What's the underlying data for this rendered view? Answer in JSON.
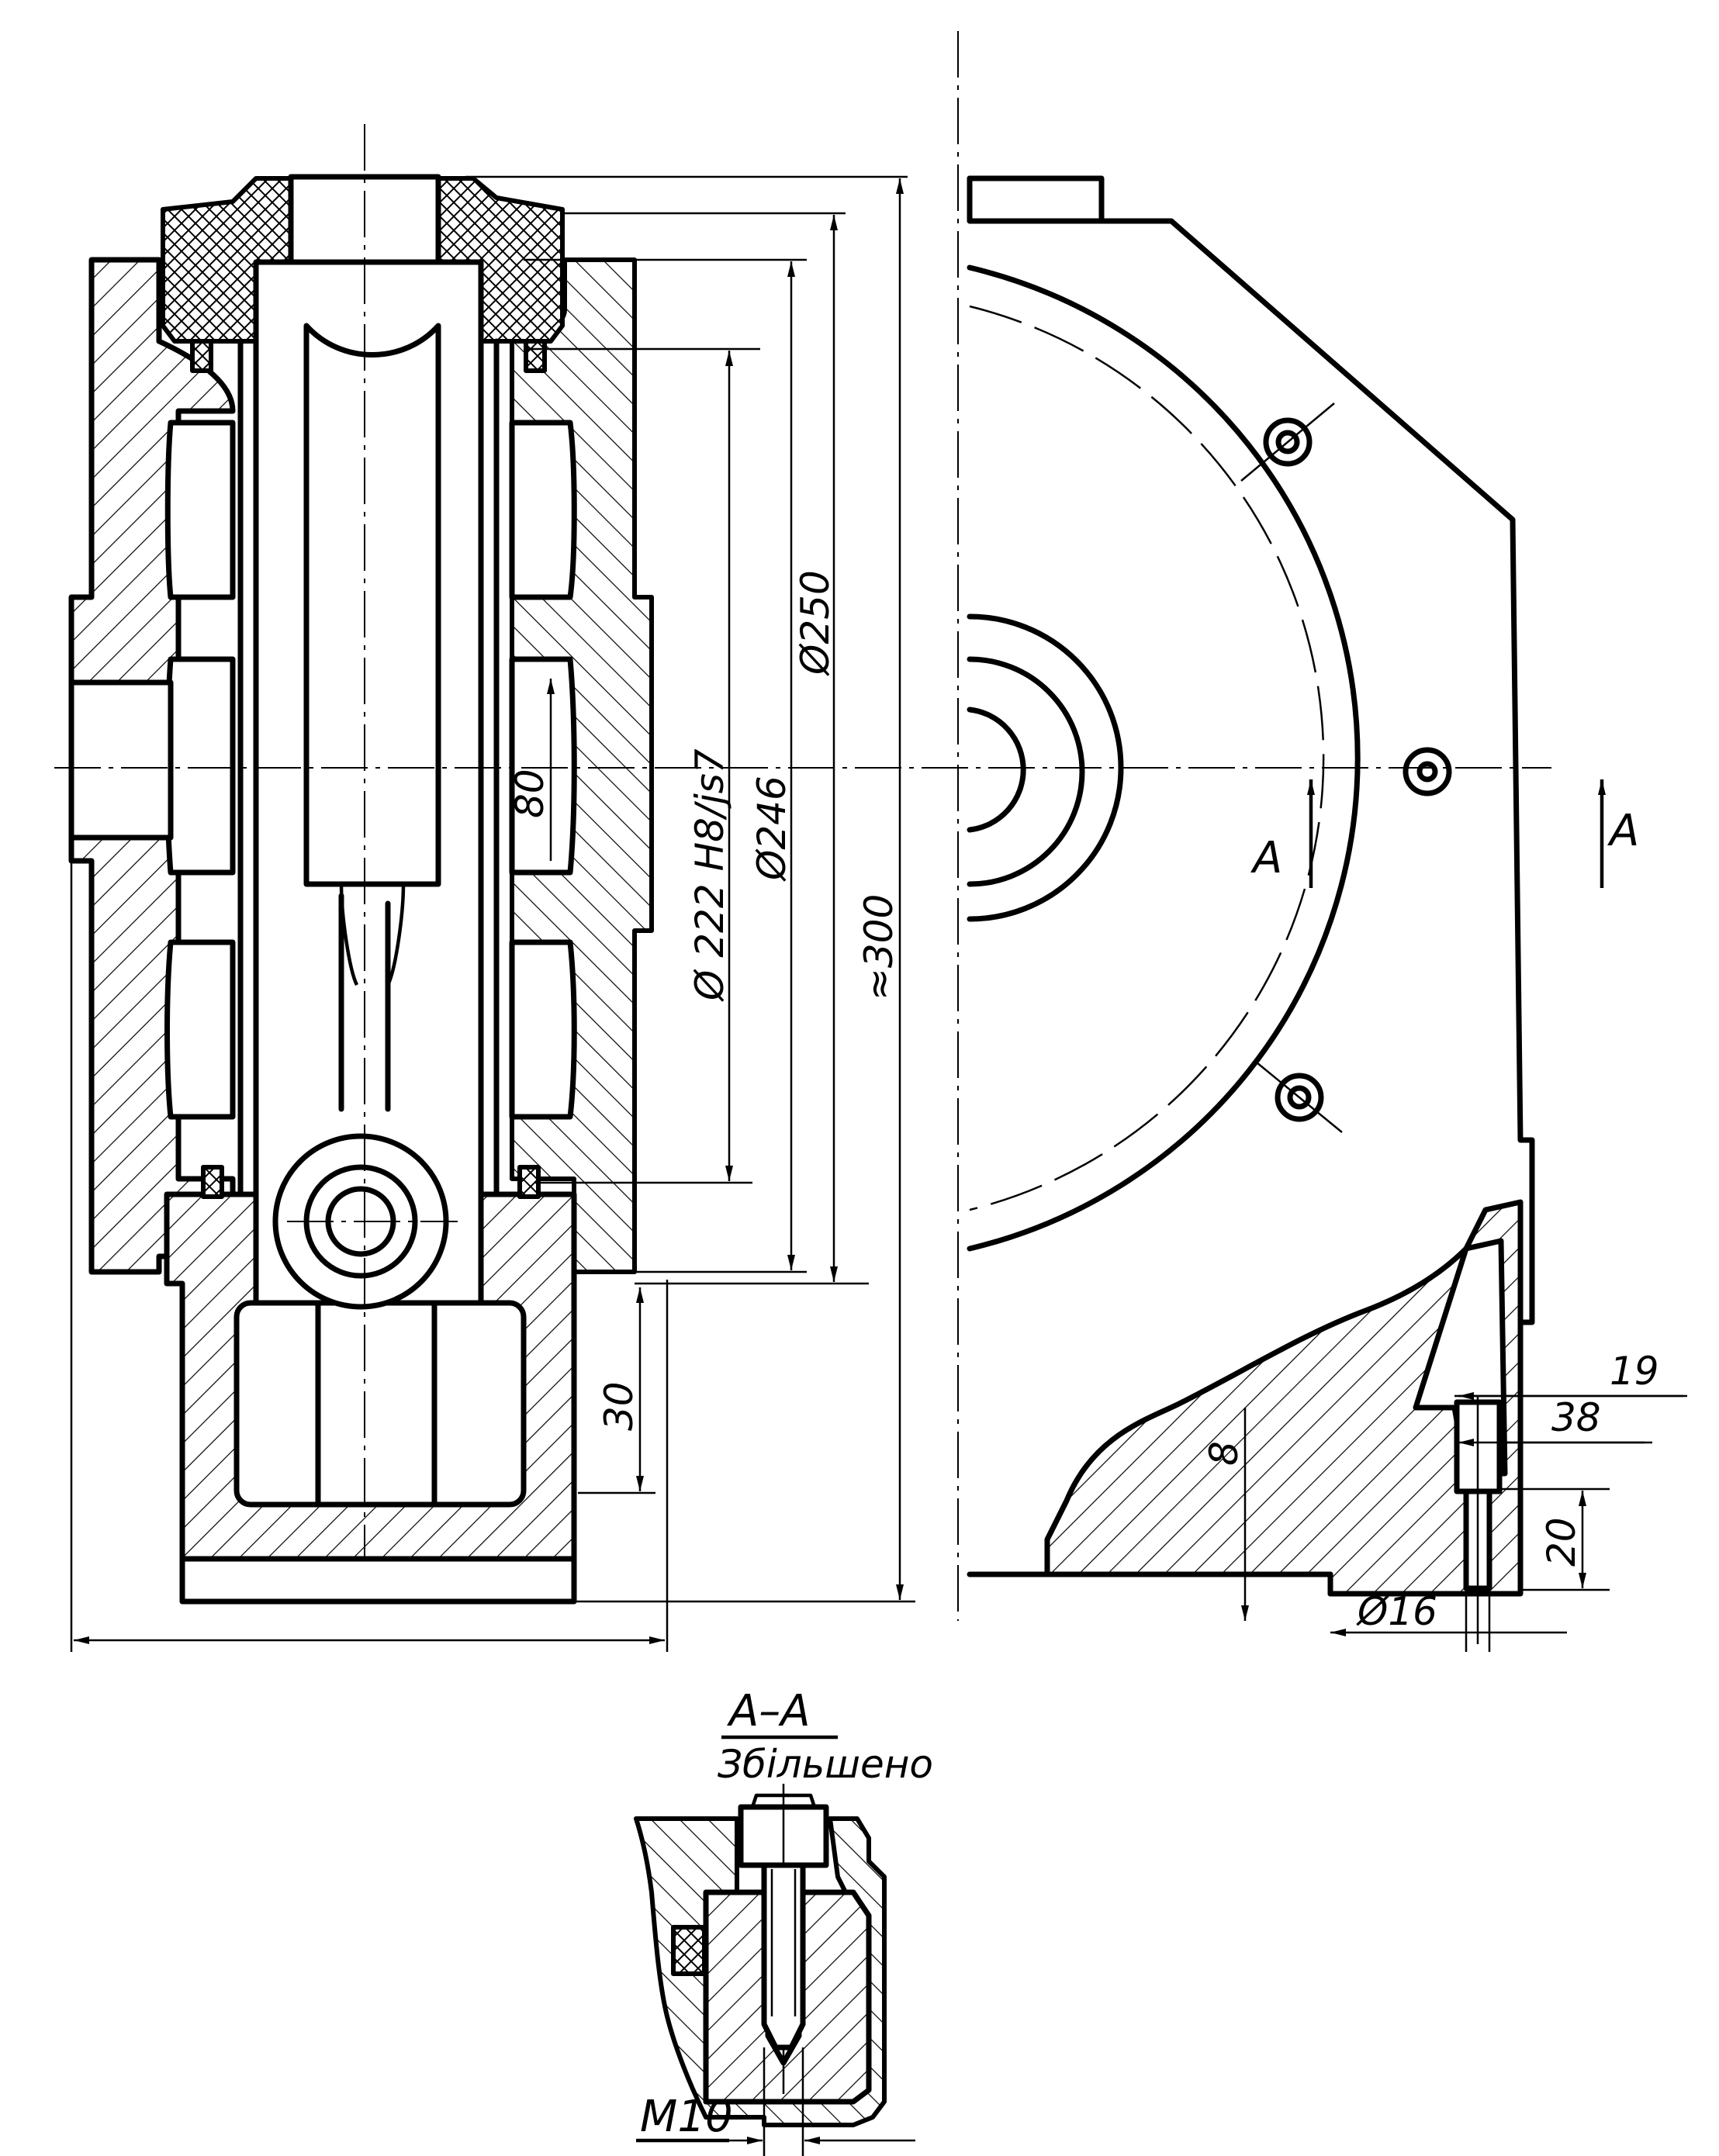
{
  "dimensions": {
    "d222": "Ø 222 H8/js7",
    "d246": "Ø246",
    "d250": "Ø250",
    "approx300": "≈300",
    "h80": "80",
    "h30": "30",
    "h8": "8",
    "h19": "19",
    "h38": "38",
    "h20": "20",
    "d16": "Ø16",
    "m10": "M10"
  },
  "section": {
    "cut_label": "A",
    "title": "A–A",
    "subtitle": "Збільшено"
  }
}
